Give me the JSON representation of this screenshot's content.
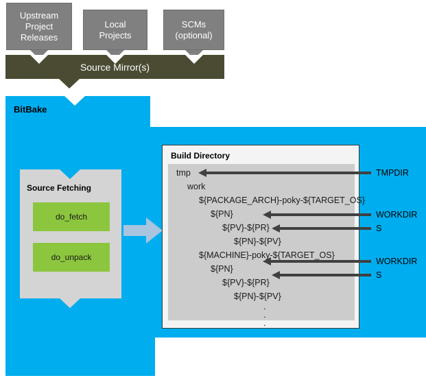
{
  "diagram": {
    "title": "BitBake Source Fetching and Build Directory Layout",
    "colors": {
      "bitbake_blue": "#00adee",
      "source_box_gray": "#808080",
      "source_mirror_olive": "#4a4b32",
      "task_green": "#8cc63e",
      "panel_gray": "#d4d4d4",
      "tree_gray": "#cccccc",
      "arrow_gray": "#404040",
      "connector_blue_gray": "#a8c4de"
    }
  },
  "sources": {
    "boxes": [
      {
        "label": "Upstream\nProject\nReleases"
      },
      {
        "label": "Local\nProjects"
      },
      {
        "label": "SCMs\n(optional)"
      }
    ],
    "mirror_label": "Source Mirror(s)"
  },
  "bitbake": {
    "label": "BitBake",
    "source_fetching": {
      "title": "Source Fetching",
      "tasks": [
        {
          "label": "do_fetch"
        },
        {
          "label": "do_unpack"
        }
      ]
    }
  },
  "build_directory": {
    "title": "Build Directory",
    "tree": [
      {
        "label": "tmp",
        "indent": 0
      },
      {
        "label": "work",
        "indent": 1
      },
      {
        "label": "${PACKAGE_ARCH}-poky-${TARGET_OS}",
        "indent": 2
      },
      {
        "label": "${PN}",
        "indent": 3
      },
      {
        "label": "${PV}-${PR}",
        "indent": 4
      },
      {
        "label": "${PN}-${PV}",
        "indent": 5
      },
      {
        "label": "${MACHINE}-poky-${TARGET_OS}",
        "indent": 2
      },
      {
        "label": "${PN}",
        "indent": 3
      },
      {
        "label": "${PV}-${PR}",
        "indent": 4
      },
      {
        "label": "${PN}-${PV}",
        "indent": 5
      }
    ],
    "ellipsis": [
      ".",
      ".",
      "."
    ]
  },
  "annotations": [
    {
      "label": "TMPDIR"
    },
    {
      "label": "WORKDIR"
    },
    {
      "label": "S"
    },
    {
      "label": "WORKDIR"
    },
    {
      "label": "S"
    }
  ]
}
